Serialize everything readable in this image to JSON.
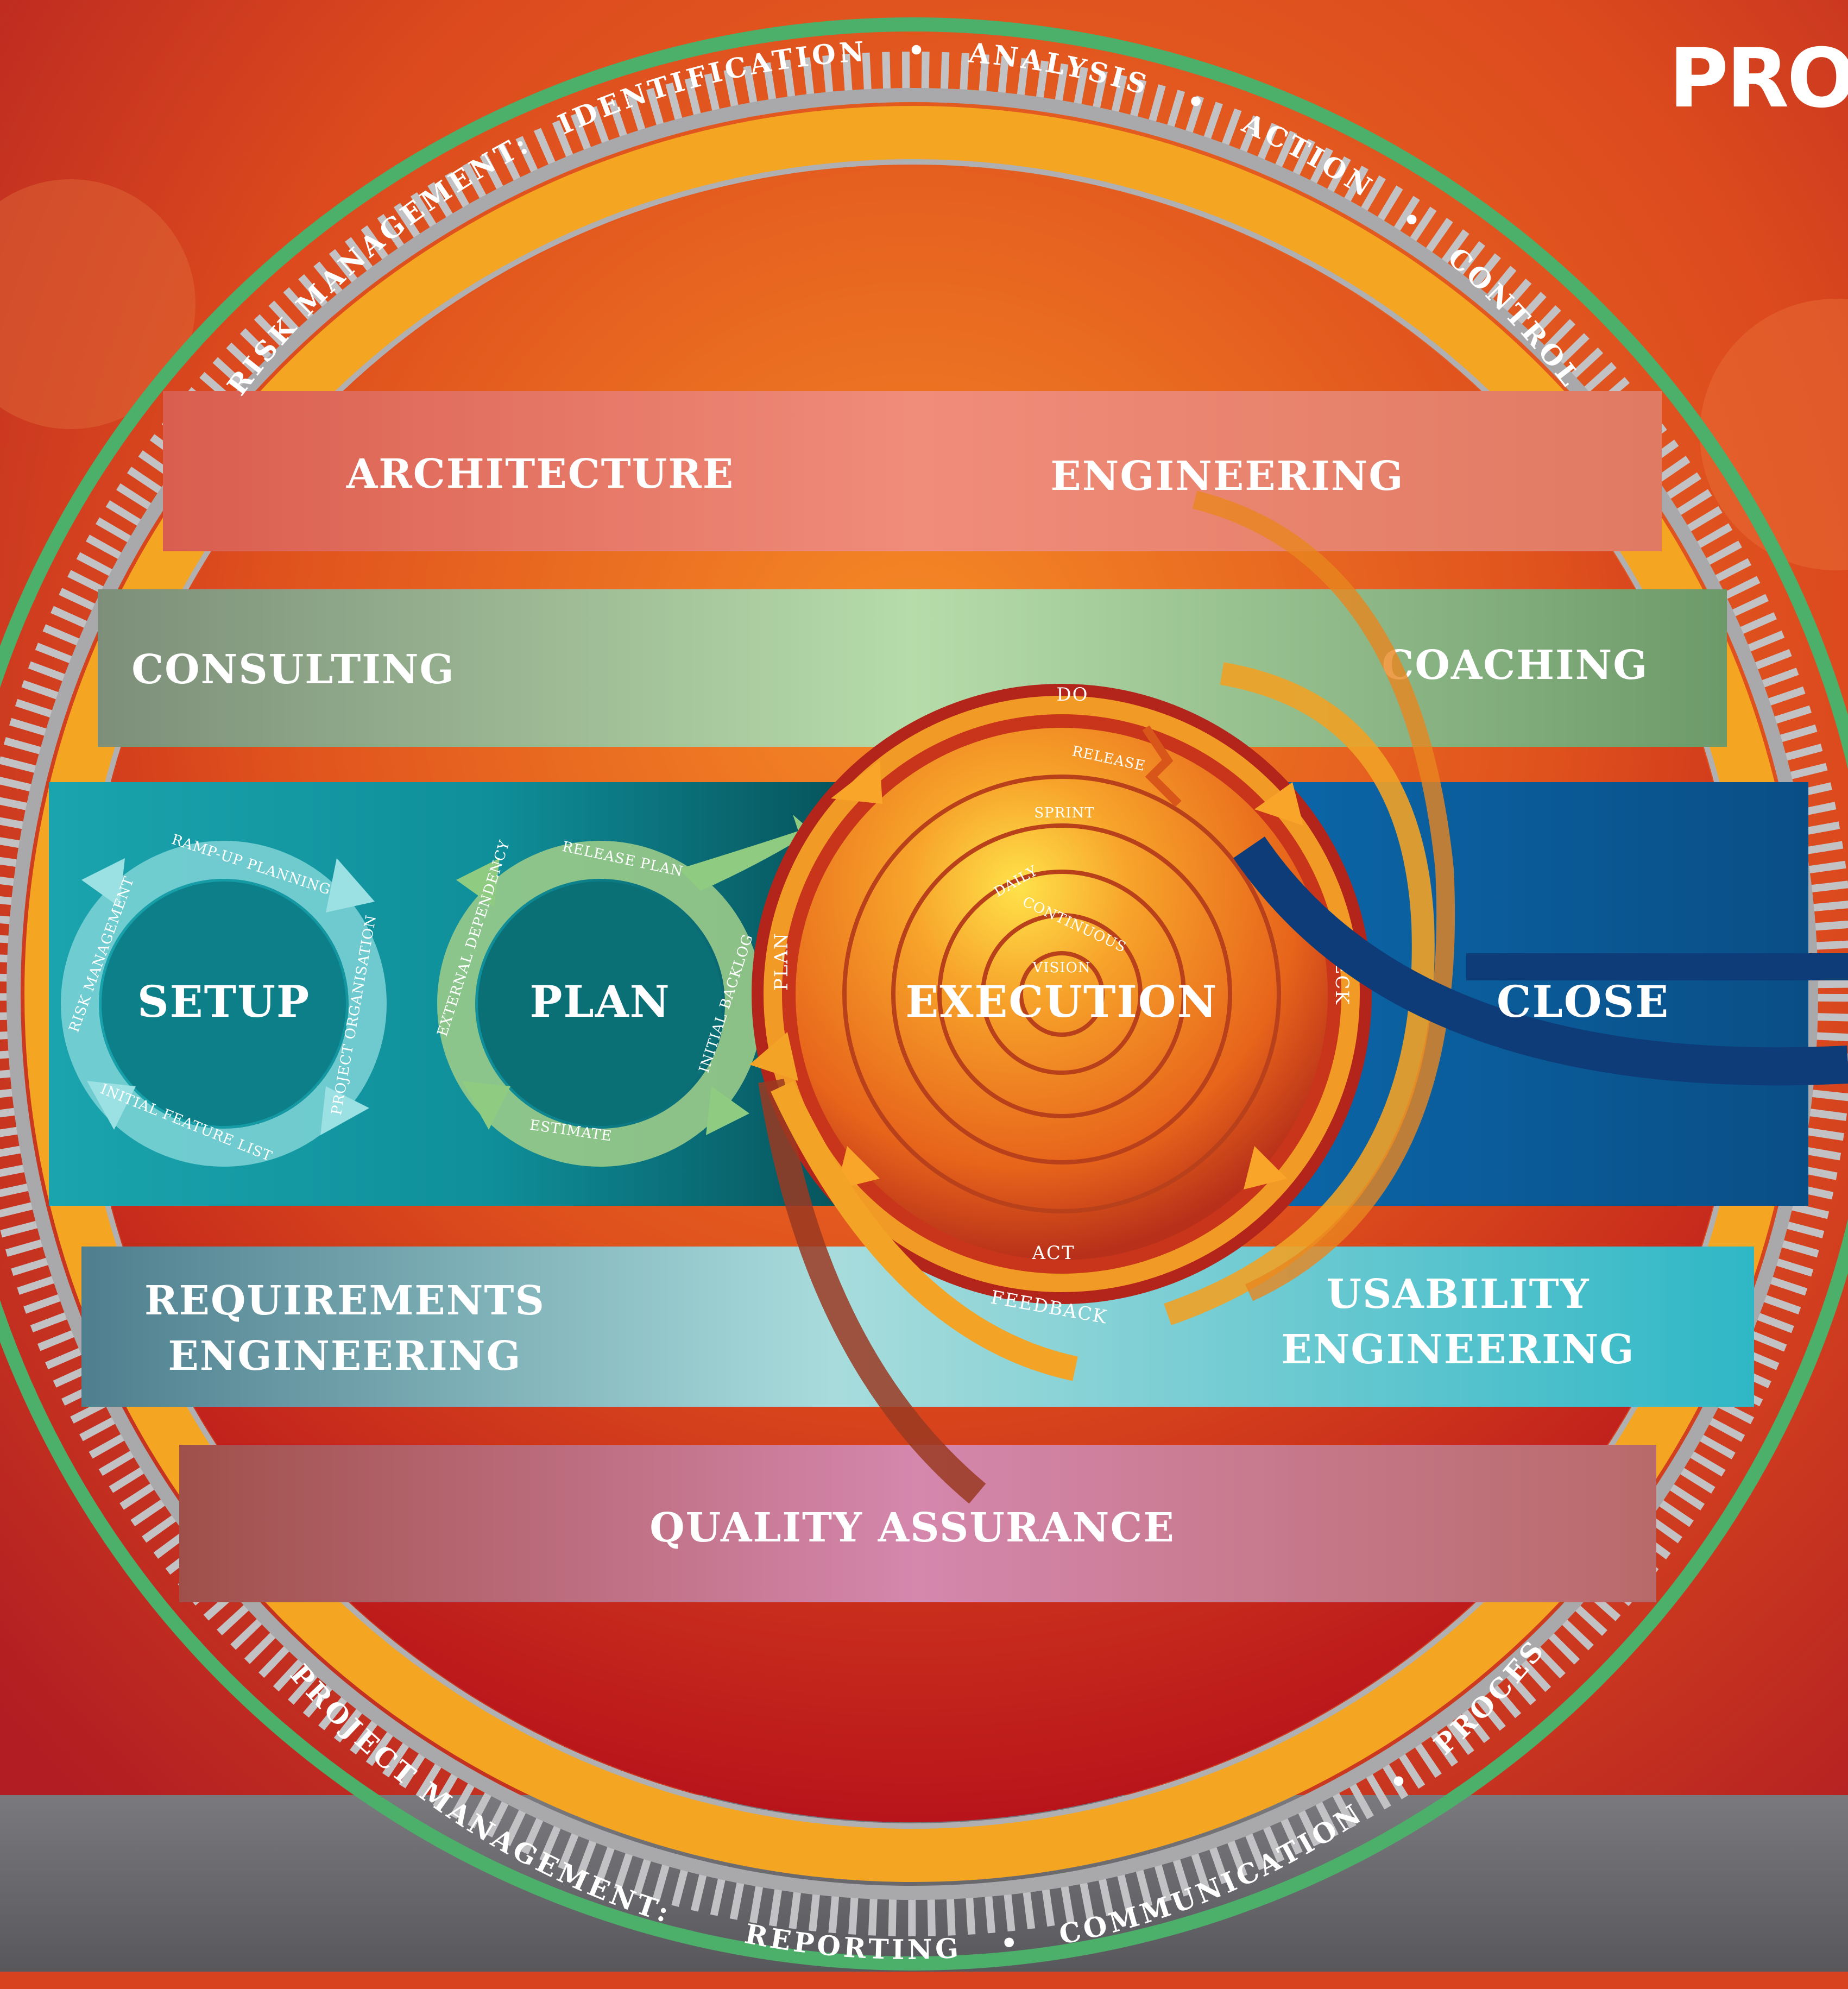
{
  "corner_title": "PRO",
  "outer_ring": {
    "risk_management": [
      "RISK MANAGEMENT:",
      "IDENTIFICATION",
      "•",
      "ANALYSIS",
      "•",
      "ACTION",
      "•",
      "CONTROL"
    ],
    "project_management": [
      "PROJECT MANAGEMENT:",
      "REPORTING",
      "•",
      "COMMUNICATION",
      "•",
      "PROCESS"
    ]
  },
  "bands": {
    "architecture": "ARCHITECTURE",
    "engineering": "ENGINEERING",
    "consulting": "CONSULTING",
    "coaching": "COACHING",
    "requirements_line1": "REQUIREMENTS",
    "requirements_line2": "ENGINEERING",
    "usability_line1": "USABILITY",
    "usability_line2": "ENGINEERING",
    "quality_assurance": "QUALITY ASSURANCE"
  },
  "phases": {
    "setup": "SETUP",
    "plan": "PLAN",
    "execution": "EXECUTION",
    "close": "CLOSE"
  },
  "setup_cycle": [
    "RAMP-UP PLANNING",
    "PROJECT ORGANISATION",
    "INITIAL FEATURE LIST",
    "RISK MANAGEMENT"
  ],
  "plan_cycle": [
    "RELEASE PLAN",
    "INITIAL BACKLOG",
    "ESTIMATE",
    "EXTERNAL DEPENDENCY"
  ],
  "pdca": {
    "do": "DO",
    "check": "CHECK",
    "act": "ACT",
    "plan": "PLAN"
  },
  "spiral": [
    "RELEASE",
    "SPRINT",
    "DAILY",
    "CONTINUOUS",
    "VISION"
  ],
  "feedback": "FEEDBACK",
  "colors": {
    "background": "#d8421e",
    "gear": "#b3b3b5",
    "ring_orange": "#f39a1e",
    "architecture": "#e8806a",
    "consulting": "#8fb978",
    "phase_teal": "#0e8d99",
    "close_blue": "#0a5c9a",
    "requirements": "#7ec9cc",
    "quality": "#c7708a",
    "execution_core": "#f07a1e",
    "bottom_bar": "#6d6d70"
  }
}
